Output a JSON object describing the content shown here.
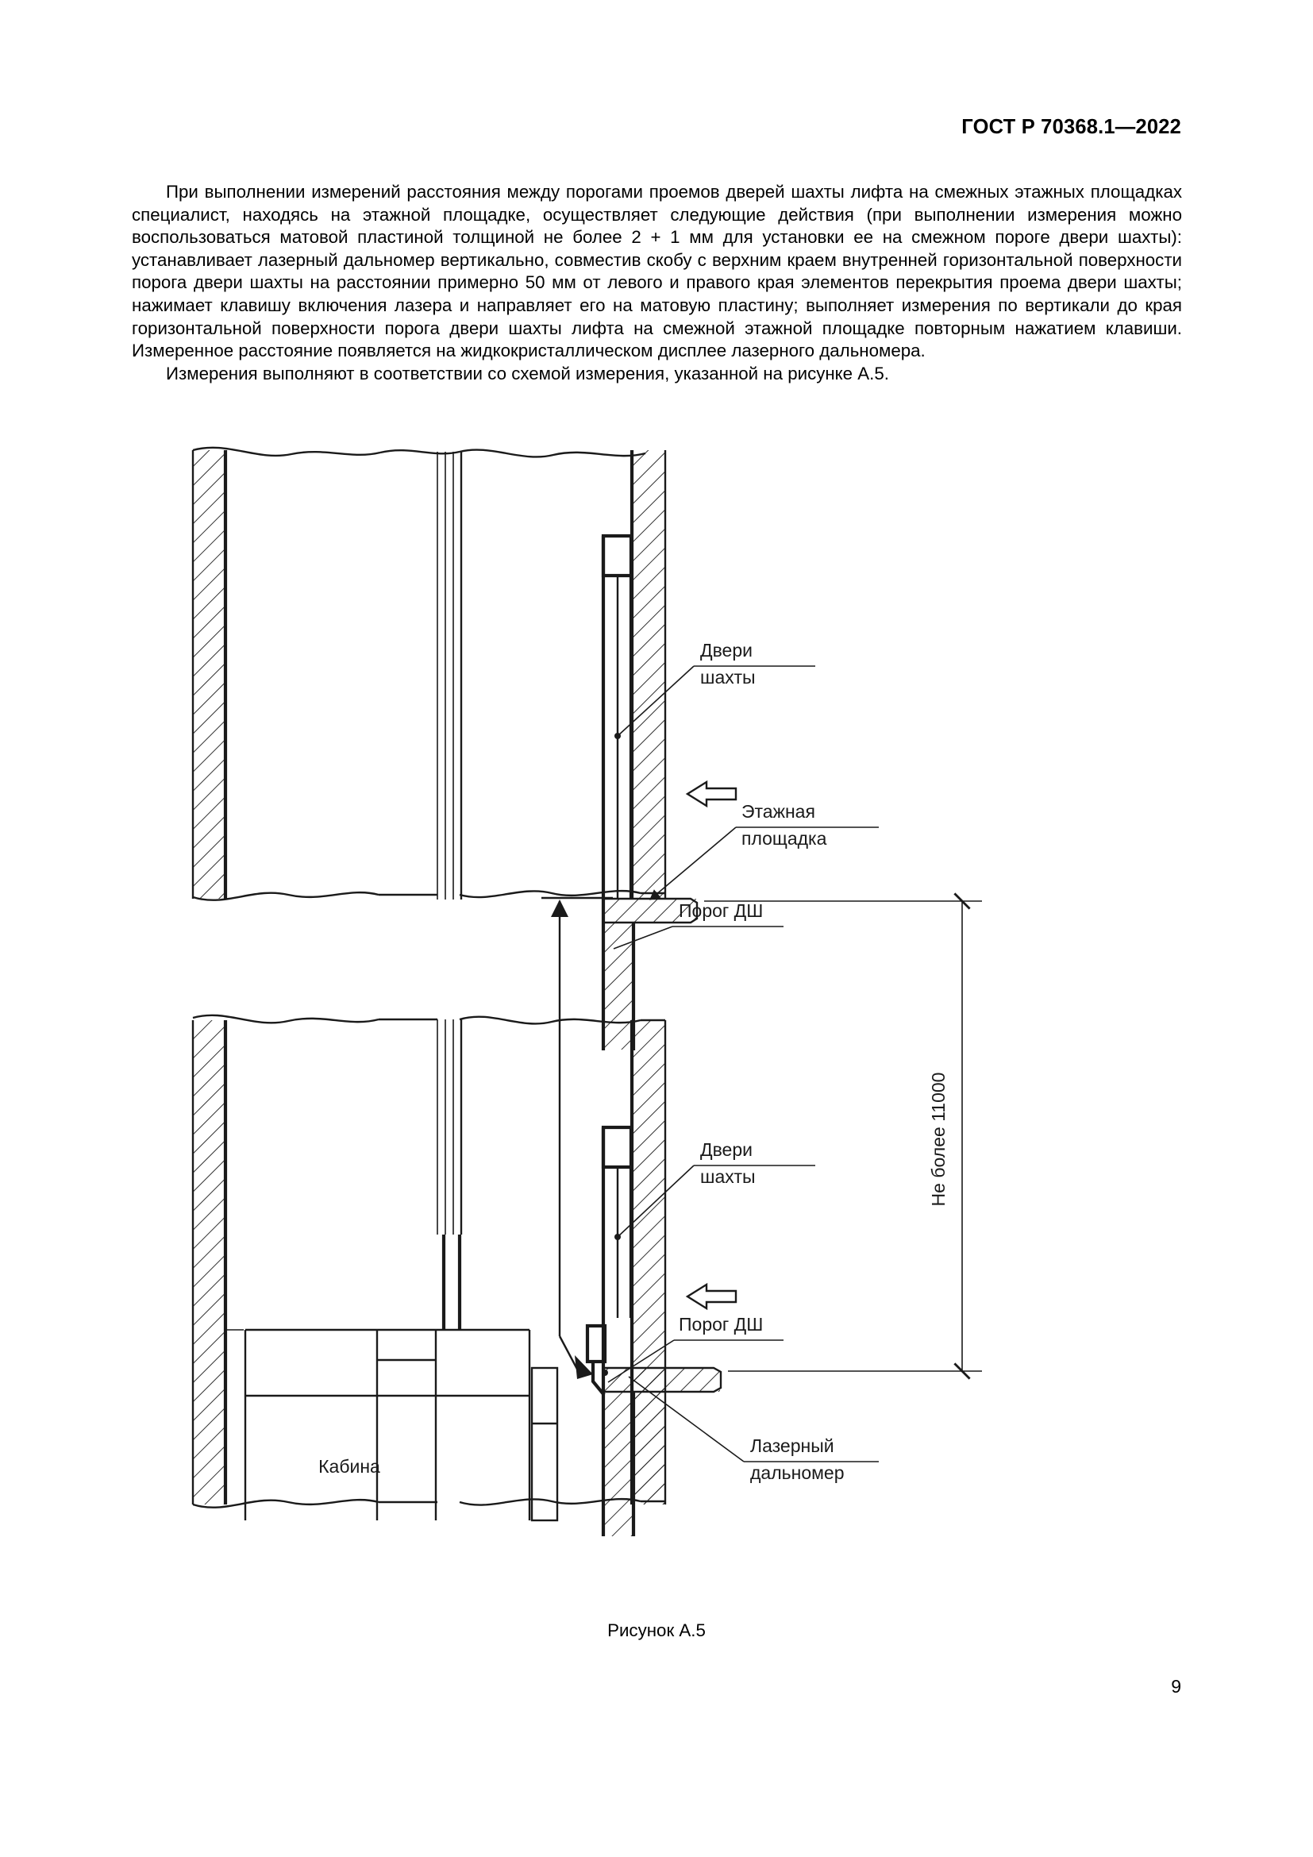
{
  "document": {
    "standard_header": "ГОСТ Р 70368.1—2022",
    "page_number": "9"
  },
  "body": {
    "paragraph_1": "При выполнении измерений расстояния между порогами проемов дверей шахты лифта на смежных этажных площадках специалист, находясь на этажной площадке, осуществляет следующие действия (при выполнении измерения можно воспользоваться матовой пластиной толщиной не более 2 + 1 мм для установки ее на смежном пороге двери шахты): устанавливает лазерный дальномер вертикально, совместив скобу с верхним краем внутренней горизонтальной поверхности порога двери шахты на расстоянии примерно 50 мм от левого и правого края элементов перекрытия проема двери шахты; нажимает клавишу включения лазера и направляет его на матовую пластину; выполняет измерения по вертикали до края горизонтальной поверхности порога двери шахты лифта на смежной этажной площадке повторным нажатием клавиши. Измеренное расстояние появляется на жидкокристаллическом дисплее лазерного дальномера.",
    "paragraph_2": "Измерения выполняют в соответствии со схемой измерения, указанной на рисунке А.5."
  },
  "figure": {
    "caption": "Рисунок А.5",
    "labels": {
      "doors_upper_line1": "Двери",
      "doors_upper_line2": "шахты",
      "landing_line1": "Этажная",
      "landing_line2": "площадка",
      "sill_upper": "Порог ДШ",
      "dimension": "Не более 11000",
      "doors_lower_line1": "Двери",
      "doors_lower_line2": "шахты",
      "sill_lower": "Порог ДШ",
      "rangefinder_line1": "Лазерный",
      "rangefinder_line2": "дальномер",
      "cabin": "Кабина"
    }
  },
  "colors": {
    "ink": "#1a1a1a",
    "paper": "#ffffff"
  }
}
